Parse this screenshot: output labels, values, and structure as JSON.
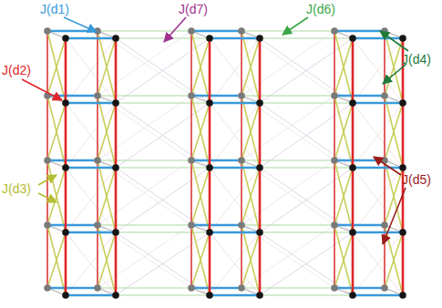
{
  "diagram": {
    "labels": [
      "J(d1)",
      "J(d7)",
      "J(d6)",
      "J(d2)",
      "J(d4)",
      "J(d3)",
      "J(d5)"
    ]
  }
}
